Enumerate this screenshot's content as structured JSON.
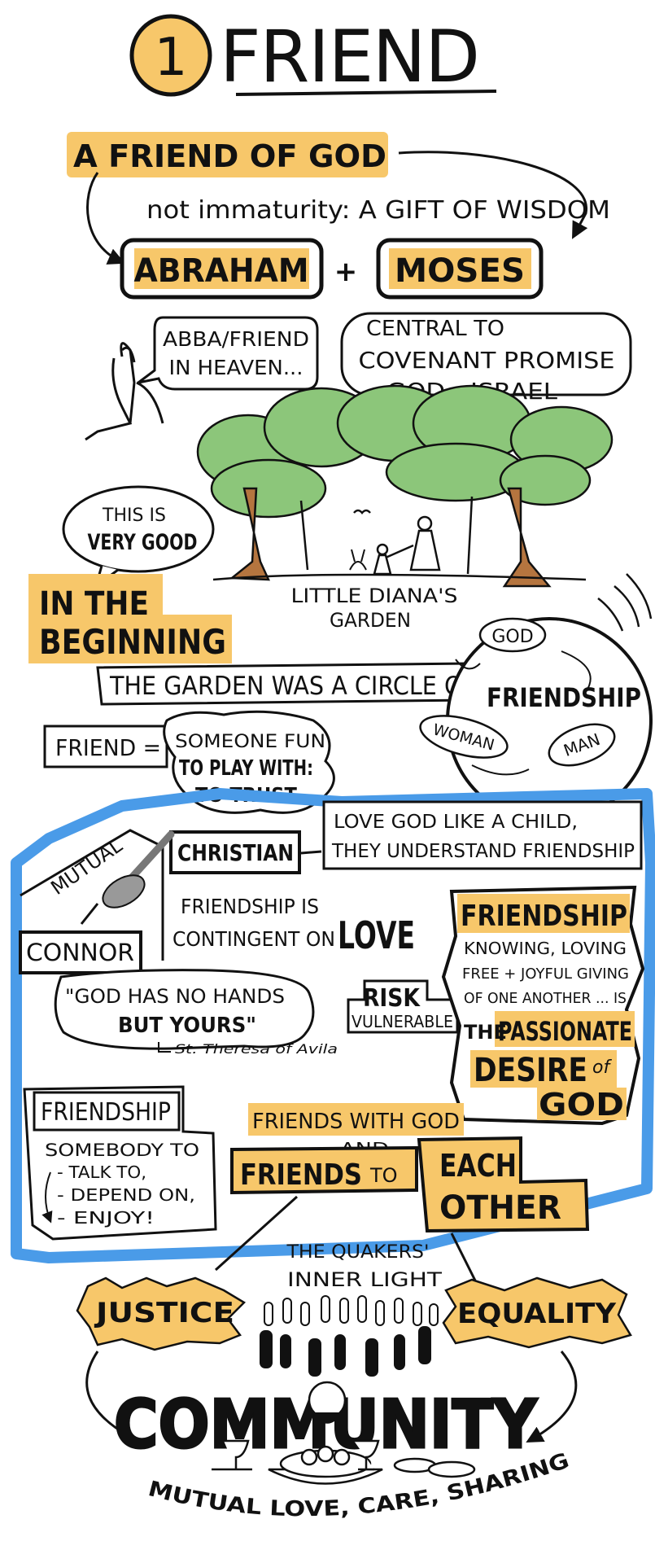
{
  "header": {
    "number": "1",
    "title": "FRIEND"
  },
  "friend_of_god": {
    "title": "A FRIEND OF GOD",
    "subtitle": "not immaturity: A GIFT OF WISDOM",
    "abraham": "ABRAHAM",
    "plus": "+",
    "moses": "MOSES",
    "abba_line1": "ABBA/FRIEND",
    "abba_line2": "IN HEAVEN...",
    "covenant_line1": "CENTRAL TO",
    "covenant_line2": "COVENANT PROMISE",
    "covenant_line3": "GOD - ISRAEL"
  },
  "garden": {
    "very_good_line1": "THIS IS",
    "very_good_line2": "VERY GOOD",
    "caption_line1": "LITTLE DIANA'S",
    "caption_line2": "GARDEN",
    "beginning_line1": "IN THE",
    "beginning_line2": "BEGINNING",
    "circle_text": "THE GARDEN WAS A CIRCLE OF",
    "friendship_word": "FRIENDSHIP",
    "god": "GOD",
    "woman": "WOMAN",
    "man": "MAN"
  },
  "definition": {
    "friend_eq": "FRIEND =",
    "line1": "SOMEONE FUN",
    "line2": "TO PLAY WITH:",
    "line3": "TO TRUST."
  },
  "mutual": {
    "mutual": "MUTUAL",
    "christian": "CHRISTIAN",
    "connor": "CONNOR",
    "child_line1": "LOVE GOD LIKE A CHILD,",
    "child_line2": "THEY UNDERSTAND FRIENDSHIP",
    "contingent_line1": "FRIENDSHIP IS",
    "contingent_line2": "CONTINGENT ON",
    "love": "LOVE",
    "quote_line1": "\"GOD HAS NO HANDS",
    "quote_line2": "BUT YOURS\"",
    "quote_author": "St. Theresa of Avila",
    "risk": "RISK",
    "vulnerable": "VULNERABLE",
    "fs_title": "FRIENDSHIP",
    "fs_line1": "KNOWING, LOVING",
    "fs_line2": "FREE + JOYFUL GIVING",
    "fs_line3": "OF ONE ANOTHER ... IS",
    "fs_the": "THE",
    "fs_passionate": "PASSIONATE",
    "fs_desire": "DESIRE",
    "fs_of": "of",
    "fs_god": "GOD"
  },
  "list_box": {
    "title": "FRIENDSHIP",
    "line1": "SOMEBODY TO",
    "item1": "- TALK TO,",
    "item2": "- DEPEND ON,",
    "item3": "- ENJOY!"
  },
  "friends_with": {
    "line1": "FRIENDS WITH GOD",
    "and": "AND",
    "line2a": "FRIENDS",
    "to": "TO",
    "line2b": "EACH",
    "line3": "OTHER"
  },
  "community": {
    "quakers_line1": "THE QUAKERS'",
    "quakers_line2": "INNER LIGHT",
    "justice": "JUSTICE",
    "equality": "EQUALITY",
    "word": "COMMUNITY",
    "footer": "MUTUAL LOVE, CARE, SHARING"
  },
  "colors": {
    "highlight": "#F7C76A",
    "blue": "#4A9BE8",
    "tree": "#8CC67A",
    "trunk": "#B5753F",
    "ink": "#111111"
  }
}
